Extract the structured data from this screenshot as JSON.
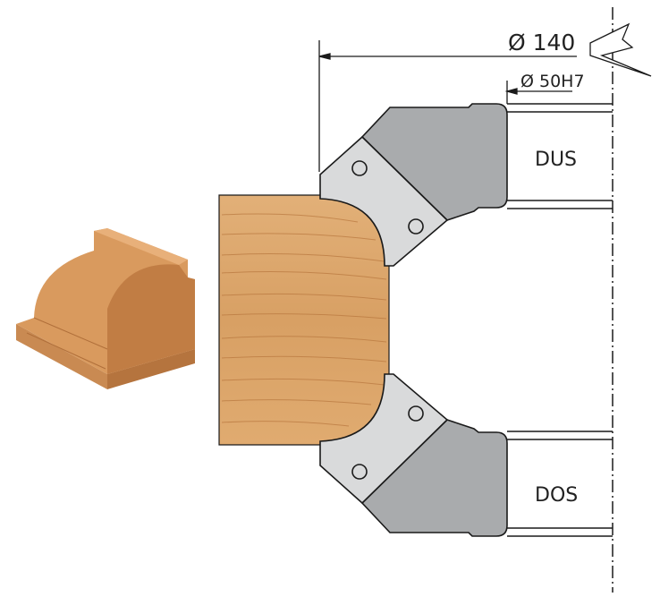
{
  "dimensions": {
    "outer_diameter": "Ø 140",
    "bore": "Ø 50H7"
  },
  "tools": {
    "upper_label": "DUS",
    "lower_label": "DOS"
  },
  "colors": {
    "wood": "#dba66c",
    "wood_dark": "#c9874a",
    "tool_body": "#a9abad",
    "tool_insert": "#d9dadb",
    "line": "#1a1a1a"
  }
}
